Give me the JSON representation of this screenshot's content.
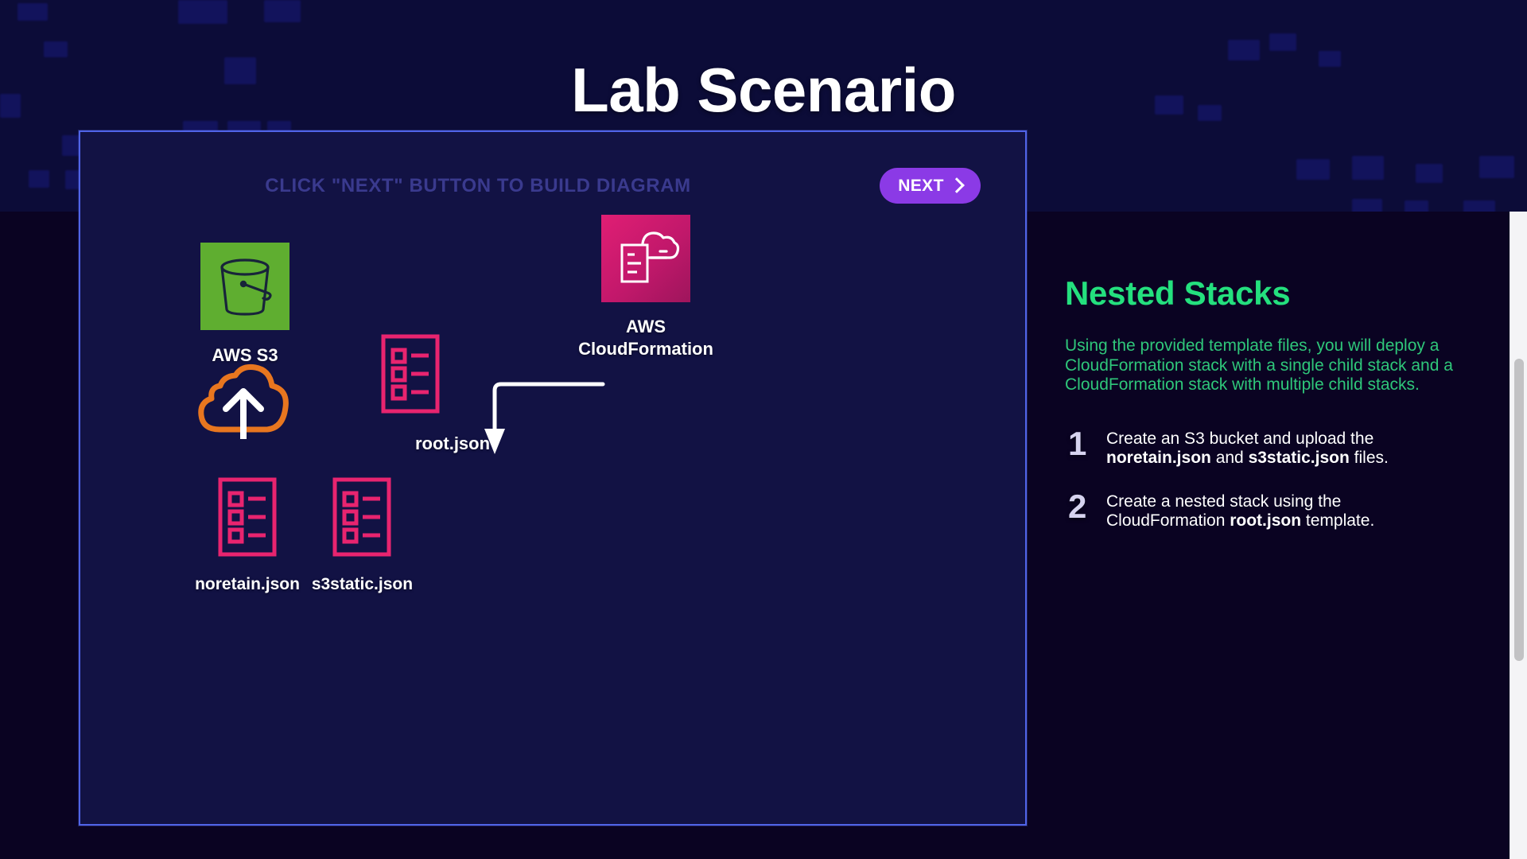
{
  "page": {
    "title": "Lab Scenario",
    "background_top": "#0c0c38",
    "background_bottom": "#0a0322"
  },
  "diagram_panel": {
    "hint": "CLICK \"NEXT\" BUTTON TO BUILD DIAGRAM",
    "border_color": "#5064e8",
    "next_button": {
      "label": "NEXT",
      "icon": "chevron-right-icon",
      "color": "#8b3ae6"
    },
    "nodes": [
      {
        "id": "aws-s3",
        "label": "AWS S3",
        "icon": "s3-bucket-icon",
        "color": "#5fae30"
      },
      {
        "id": "aws-cloudformation",
        "label_line1": "AWS",
        "label_line2": "CloudFormation",
        "icon": "cloudformation-icon",
        "color": "#c2186b"
      },
      {
        "id": "root-json",
        "label": "root.json",
        "icon": "template-file-icon",
        "color": "#e8246f"
      },
      {
        "id": "upload-cloud",
        "label": "",
        "icon": "cloud-upload-icon",
        "color": "#e8761f"
      },
      {
        "id": "noretain-json",
        "label": "noretain.json",
        "icon": "template-file-icon",
        "color": "#e8246f"
      },
      {
        "id": "s3static-json",
        "label": "s3static.json",
        "icon": "template-file-icon",
        "color": "#e8246f"
      }
    ],
    "connector": {
      "from": "aws-cloudformation",
      "to": "root-json",
      "icon": "elbow-arrow-icon",
      "color": "#ffffff"
    }
  },
  "info_panel": {
    "title": "Nested Stacks",
    "title_color": "#24e07e",
    "description": "Using the provided template files, you will deploy a CloudFormation stack with a single child stack and a CloudFormation stack with multiple child stacks.",
    "steps": [
      {
        "number": "1",
        "parts": [
          {
            "text": "Create an S3 bucket and upload the ",
            "bold": false
          },
          {
            "text": "noretain.json",
            "bold": true
          },
          {
            "text": " and ",
            "bold": false
          },
          {
            "text": "s3static.json",
            "bold": true
          },
          {
            "text": " files.",
            "bold": false
          }
        ]
      },
      {
        "number": "2",
        "parts": [
          {
            "text": "Create a nested stack using the CloudFormation ",
            "bold": false
          },
          {
            "text": "root.json",
            "bold": true
          },
          {
            "text": " template.",
            "bold": false
          }
        ]
      }
    ]
  },
  "scrollbar": {
    "orientation": "vertical"
  }
}
